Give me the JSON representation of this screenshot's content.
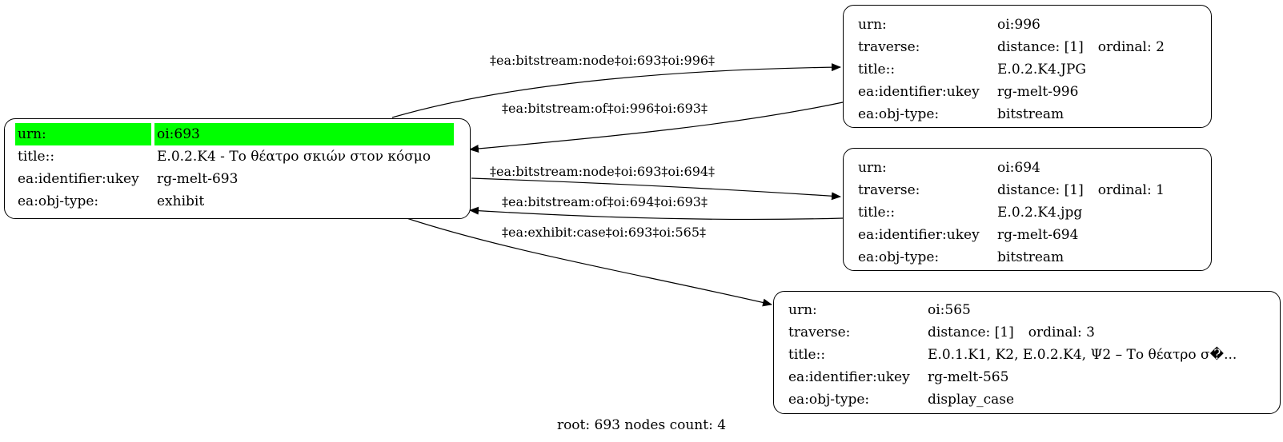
{
  "nodes": {
    "oi693": {
      "rows": [
        {
          "key": "urn:",
          "value": "oi:693"
        },
        {
          "key": "title::",
          "value": "E.0.2.K4 - Το θέατρο σκιών στον κόσμο"
        },
        {
          "key": "ea:identifier:ukey",
          "value": "rg-melt-693"
        },
        {
          "key": "ea:obj-type:",
          "value": "exhibit"
        }
      ],
      "highlight_color": "#00ff00"
    },
    "oi996": {
      "urn_key": "urn:",
      "urn": "oi:996",
      "traverse_key": "traverse:",
      "distance": "distance: [1]",
      "ordinal": "ordinal: 2",
      "title_key": "title::",
      "title": "E.0.2.K4.JPG",
      "ukey_key": "ea:identifier:ukey",
      "ukey": "rg-melt-996",
      "type_key": "ea:obj-type:",
      "type": "bitstream"
    },
    "oi694": {
      "urn_key": "urn:",
      "urn": "oi:694",
      "traverse_key": "traverse:",
      "distance": "distance: [1]",
      "ordinal": "ordinal: 1",
      "title_key": "title::",
      "title": "E.0.2.K4.jpg",
      "ukey_key": "ea:identifier:ukey",
      "ukey": "rg-melt-694",
      "type_key": "ea:obj-type:",
      "type": "bitstream"
    },
    "oi565": {
      "urn_key": "urn:",
      "urn": "oi:565",
      "traverse_key": "traverse:",
      "distance": "distance: [1]",
      "ordinal": "ordinal: 3",
      "title_key": "title::",
      "title": "E.0.1.K1, K2, E.0.2.K4, Ψ2 – Το θέατρο σ�...",
      "ukey_key": "ea:identifier:ukey",
      "ukey": "rg-melt-565",
      "type_key": "ea:obj-type:",
      "type": "display_case"
    }
  },
  "edges": [
    {
      "label": "‡ea:bitstream:node‡oi:693‡oi:996‡"
    },
    {
      "label": "‡ea:bitstream:of‡oi:996‡oi:693‡"
    },
    {
      "label": "‡ea:bitstream:node‡oi:693‡oi:694‡"
    },
    {
      "label": "‡ea:bitstream:of‡oi:694‡oi:693‡"
    },
    {
      "label": "‡ea:exhibit:case‡oi:693‡oi:565‡"
    }
  ],
  "footer": "root: 693 nodes count: 4"
}
